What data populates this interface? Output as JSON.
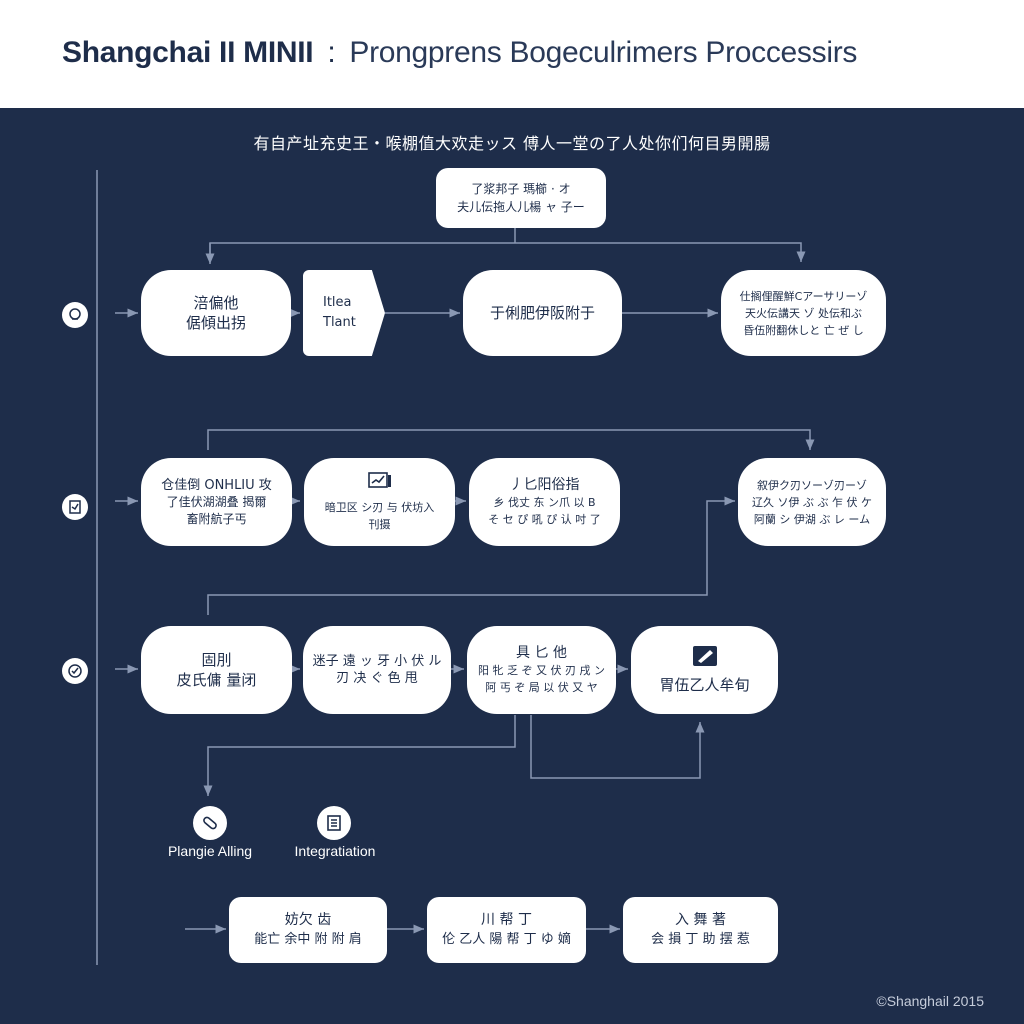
{
  "header": {
    "title_bold": "Shangchai II MINII",
    "separator": ":",
    "title_rest": "Prongprens Bogeculrimers Proccessirs"
  },
  "subtitle": "有自产址充史王・喉棚值大欢走ッス 傅人一堂の了人处你们何目男開腸",
  "rows": {
    "row1": [
      {
        "lines": [
          "涪偏他",
          "倨傾出拐"
        ]
      },
      {
        "lines": [
          "Itlea",
          "Tlant"
        ]
      },
      {
        "lines": [
          "于俐肥伊阪附于"
        ]
      },
      {
        "lines": [
          "仕搁俚醒鮮Cアーサリーゾ",
          "天火伝講天 ゾ 处伝和ぶ",
          "昏伍附翻休しと 亡 ぜ し"
        ]
      }
    ],
    "top_box": {
      "lines": [
        "了浆邦子 瑪櫛 · オ",
        "夫儿伝拖人儿楊 ャ 子ー"
      ]
    },
    "row2": [
      {
        "lines": [
          "仓佳倒 ONHLIU 攻",
          "了佳伏湖湖叠 揭爾",
          "畜附航子丐"
        ]
      },
      {
        "lines": [
          "暗卫区 シ刃 与 伏坊入",
          "刊摄"
        ]
      },
      {
        "lines": [
          "丿匕阳俗指",
          "乡 伐丈 东 ン爪 以 B",
          "そ セ ぴ 吼 ぴ 认 吋 了"
        ]
      },
      {
        "lines": [
          "叙伊ク刃ソーゾ刃ーゾ",
          "辽久 ソ伊 ぶ ぶ 乍 伏 ケ",
          "阿蘭 シ 伊湖 ぶ レ ーム"
        ]
      }
    ],
    "row3": [
      {
        "lines": [
          "固刖",
          "皮氏傭 量闭"
        ]
      },
      {
        "lines": [
          "迷子 遠 ッ 牙 小 伏 ル",
          "刃 决 ぐ 色 甩"
        ]
      },
      {
        "lines": [
          "具 匕 他",
          "阳 牝 乏 ぞ 又 伏 刃 戌 ン",
          "阿 丐 ぞ 局 以 伏 又 ヤ"
        ]
      },
      {
        "lines": [
          "胃伍乙人牟旬"
        ]
      }
    ],
    "row4": [
      {
        "lines": [
          "妨欠 齿",
          "能亡 余中 附 附 肩"
        ]
      },
      {
        "lines": [
          "川 帮 丁",
          "伦 乙人 陽 帮 丁 ゆ 嫡"
        ]
      },
      {
        "lines": [
          "入 舞 著",
          "会 損 丁 助 摆 惹"
        ]
      }
    ]
  },
  "captions": {
    "left": "Plangie Alling",
    "right": "Integratiation"
  },
  "icons": {
    "row1_left": "brain-icon",
    "row2_left": "document-icon",
    "row3_left": "check-icon",
    "monitor": "monitor-chart-icon",
    "pen": "pen-edit-icon",
    "planning": "pill-icon",
    "integration": "list-icon"
  },
  "footer": "©Shanghail 2015",
  "colors": {
    "background": "#1e2d4a",
    "node": "#ffffff",
    "line": "#8a98b3"
  }
}
